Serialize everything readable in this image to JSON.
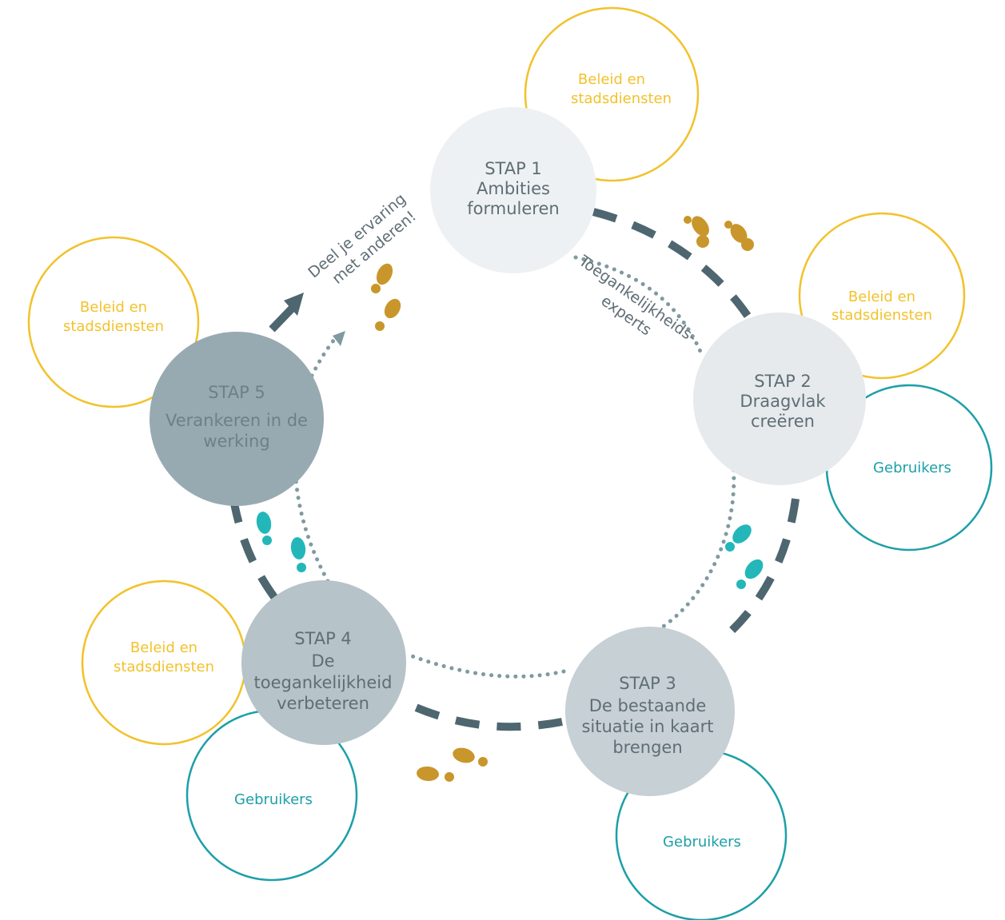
{
  "colors": {
    "yellow": "#f2c22c",
    "teal": "#1d9fa8",
    "slate": "#4e666f",
    "dotted": "#7f9aa0",
    "step_light": "#eef1f3",
    "step_mid": "#c3ccd1",
    "step_dark": "#9aabb2",
    "footprint_gold": "#c8962a",
    "footprint_teal": "#23b7b9",
    "text": "#5f6e75"
  },
  "steps": [
    {
      "line1": "STAP 1",
      "line2": "Ambities",
      "line3": "formuleren"
    },
    {
      "line1": "STAP 2",
      "line2": "Draagvlak",
      "line3": "creëren"
    },
    {
      "line1": "STAP 3",
      "line2": "De bestaande",
      "line3": "situatie in kaart",
      "line4": "brengen"
    },
    {
      "line1": "STAP 4",
      "line2": "De",
      "line3": "toegankelijkheid",
      "line4": "verbeteren"
    },
    {
      "line1": "STAP 5",
      "line2": "Verankeren in de",
      "line3": "werking"
    }
  ],
  "stakeholders": {
    "policy": {
      "line1": "Beleid en",
      "line2": "stadsdiensten"
    },
    "users": {
      "label": "Gebruikers"
    }
  },
  "labels": {
    "share": {
      "line1": "Deel je ervaring",
      "line2": "met anderen!"
    },
    "experts": {
      "line1": "Toegankelijkheids-",
      "line2": "experts"
    }
  },
  "icons": {
    "footprints": "footprints-icon",
    "arrow": "arrow-up-right-icon"
  }
}
